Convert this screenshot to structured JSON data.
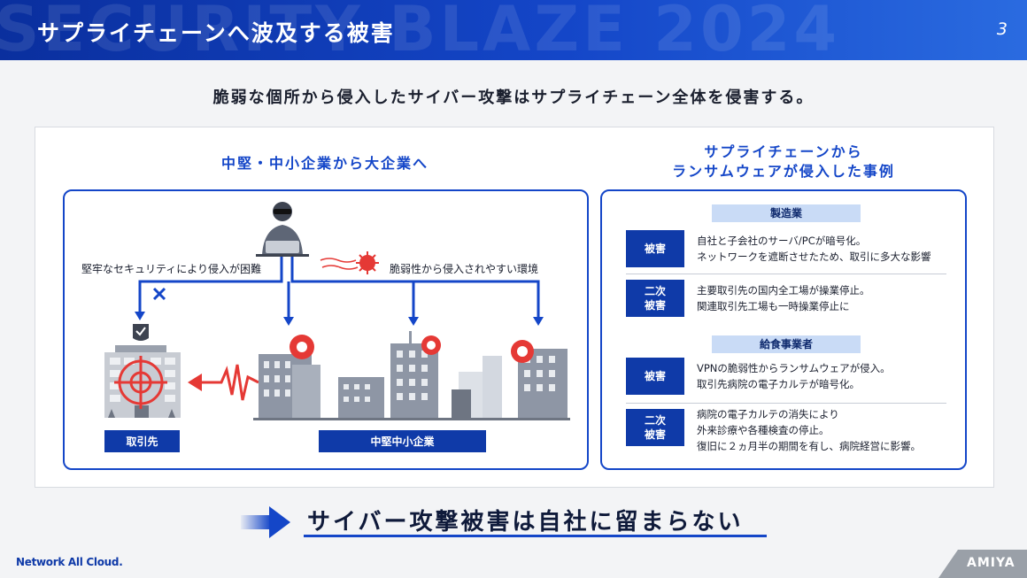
{
  "header": {
    "background_text": "SECURITY BLAZE 2024",
    "title": "サプライチェーンへ波及する被害",
    "page_number": "3"
  },
  "lead": "脆弱な個所から侵入したサイバー攻撃はサプライチェーン全体を侵害する。",
  "left": {
    "heading": "中堅・中小企業から大企業へ",
    "annotation_left": "堅牢なセキュリティにより侵入が困難",
    "annotation_right": "脆弱性から侵入されやすい環境",
    "label_partner": "取引先",
    "label_sme": "中堅中小企業"
  },
  "right": {
    "heading_line1": "サプライチェーンから",
    "heading_line2": "ランサムウェアが侵入した事例",
    "cases": [
      {
        "category": "製造業",
        "items": [
          {
            "tag": "被害",
            "lines": [
              "自社と子会社のサーバ/PCが暗号化。",
              "ネットワークを遮断させたため、取引に多大な影響"
            ]
          },
          {
            "tag": "二次\n被害",
            "lines": [
              "主要取引先の国内全工場が操業停止。",
              "関連取引先工場も一時操業停止に"
            ]
          }
        ]
      },
      {
        "category": "給食事業者",
        "items": [
          {
            "tag": "被害",
            "lines": [
              "VPNの脆弱性からランサムウェアが侵入。",
              "取引先病院の電子カルテが暗号化。"
            ]
          },
          {
            "tag": "二次\n被害",
            "lines": [
              "病院の電子カルテの消失により",
              "外来診療や各種検査の停止。",
              "復旧に２ヵ月半の期間を有し、病院経営に影響。"
            ]
          }
        ]
      }
    ]
  },
  "conclusion": "サイバー攻撃被害は自社に留まらない",
  "footer": {
    "left": "Network All Cloud.",
    "right": "AMIYA"
  },
  "colors": {
    "brand_blue": "#1446c8",
    "dark_blue": "#0f3aa8",
    "alert_red": "#e53935",
    "building_gray": "#8e96a5"
  }
}
